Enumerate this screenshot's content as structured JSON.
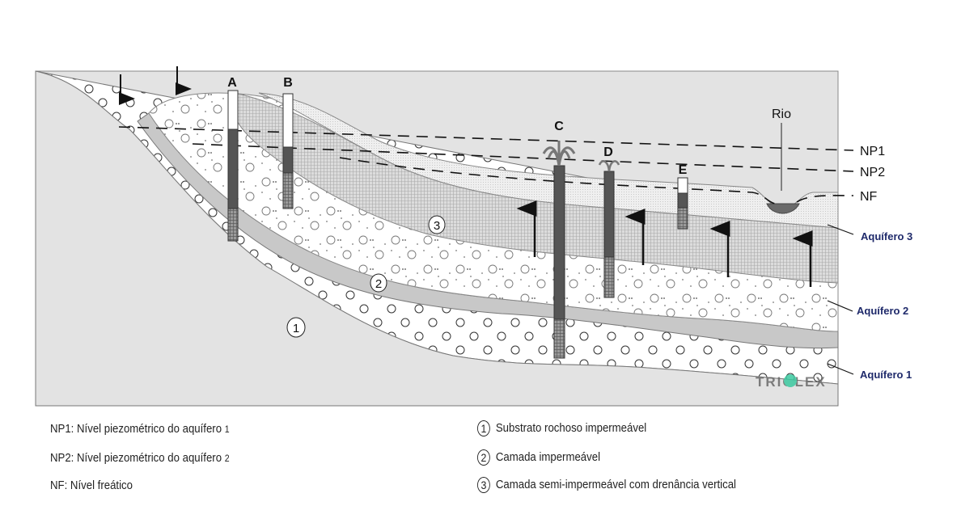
{
  "diagram": {
    "wells": [
      {
        "id": "A",
        "label": "A"
      },
      {
        "id": "B",
        "label": "B"
      },
      {
        "id": "C",
        "label": "C",
        "flowing": true
      },
      {
        "id": "D",
        "label": "D",
        "flowing": true
      },
      {
        "id": "E",
        "label": "E"
      }
    ],
    "river_label": "Rio",
    "level_labels": {
      "np1": "NP1",
      "np2": "NP2",
      "nf": "NF"
    },
    "layer_markers": {
      "one": "1",
      "two": "2",
      "three": "3"
    },
    "aquifer_labels": [
      "Aquífero 3",
      "Aquífero 2",
      "Aquífero 1"
    ],
    "watermark": "TRIOLEX",
    "colors": {
      "bedrock": "#e3e3e3",
      "impermeable": "#c8c8c8",
      "semi_impermeable": "#d9d9d9",
      "aquifer3": "#ececec",
      "casing": "#555555",
      "aquifer_label": "#1f2a6b",
      "watermark_accent": "#3cc9a0"
    }
  },
  "legend": {
    "left": [
      {
        "text": "NP1: Nível piezométrico do aquífero",
        "num": "1"
      },
      {
        "text": "NP2: Nível piezométrico do aquífero",
        "num": "2"
      },
      {
        "text": "NF: Nível freático",
        "num": ""
      }
    ],
    "right": [
      {
        "marker": "1",
        "text": "Substrato rochoso impermeável"
      },
      {
        "marker": "2",
        "text": "Camada  impermeável"
      },
      {
        "marker": "3",
        "text": "Camada  semi-impermeável com drenância vertical"
      }
    ]
  }
}
